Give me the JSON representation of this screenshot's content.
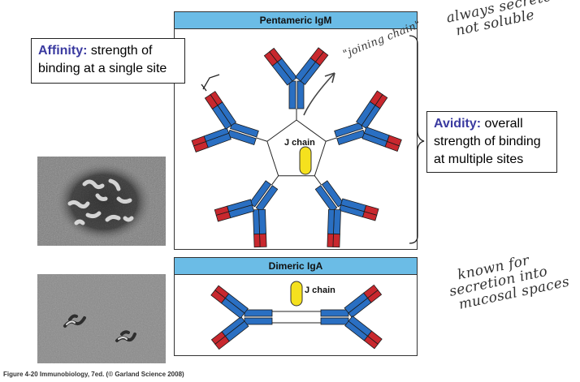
{
  "pentamer": {
    "title": "Pentameric IgM",
    "j_chain": "J chain"
  },
  "dimer": {
    "title": "Dimeric IgA",
    "j_chain": "J chain"
  },
  "affinity": {
    "term": "Affinity:",
    "line1": "strength of",
    "line2": "binding at a single site"
  },
  "avidity": {
    "term": "Avidity:",
    "line1": "overall",
    "line2": "strength of binding",
    "line3": "at multiple sites"
  },
  "notes": {
    "secreted_line1": "always secreted,",
    "secreted_line2": "not soluble",
    "joining": "\"joining chain\"",
    "mucosal_line1": "known for",
    "mucosal_line2": "secretion into",
    "mucosal_line3": "mucosal spaces"
  },
  "caption": "Figure 4-20 Immunobiology, 7ed. (© Garland Science 2008)",
  "colors": {
    "blue": "#2a6fc2",
    "red": "#c8282e",
    "yellow": "#f5e11e",
    "header": "#6bbce6",
    "term": "#3a3aa0"
  }
}
